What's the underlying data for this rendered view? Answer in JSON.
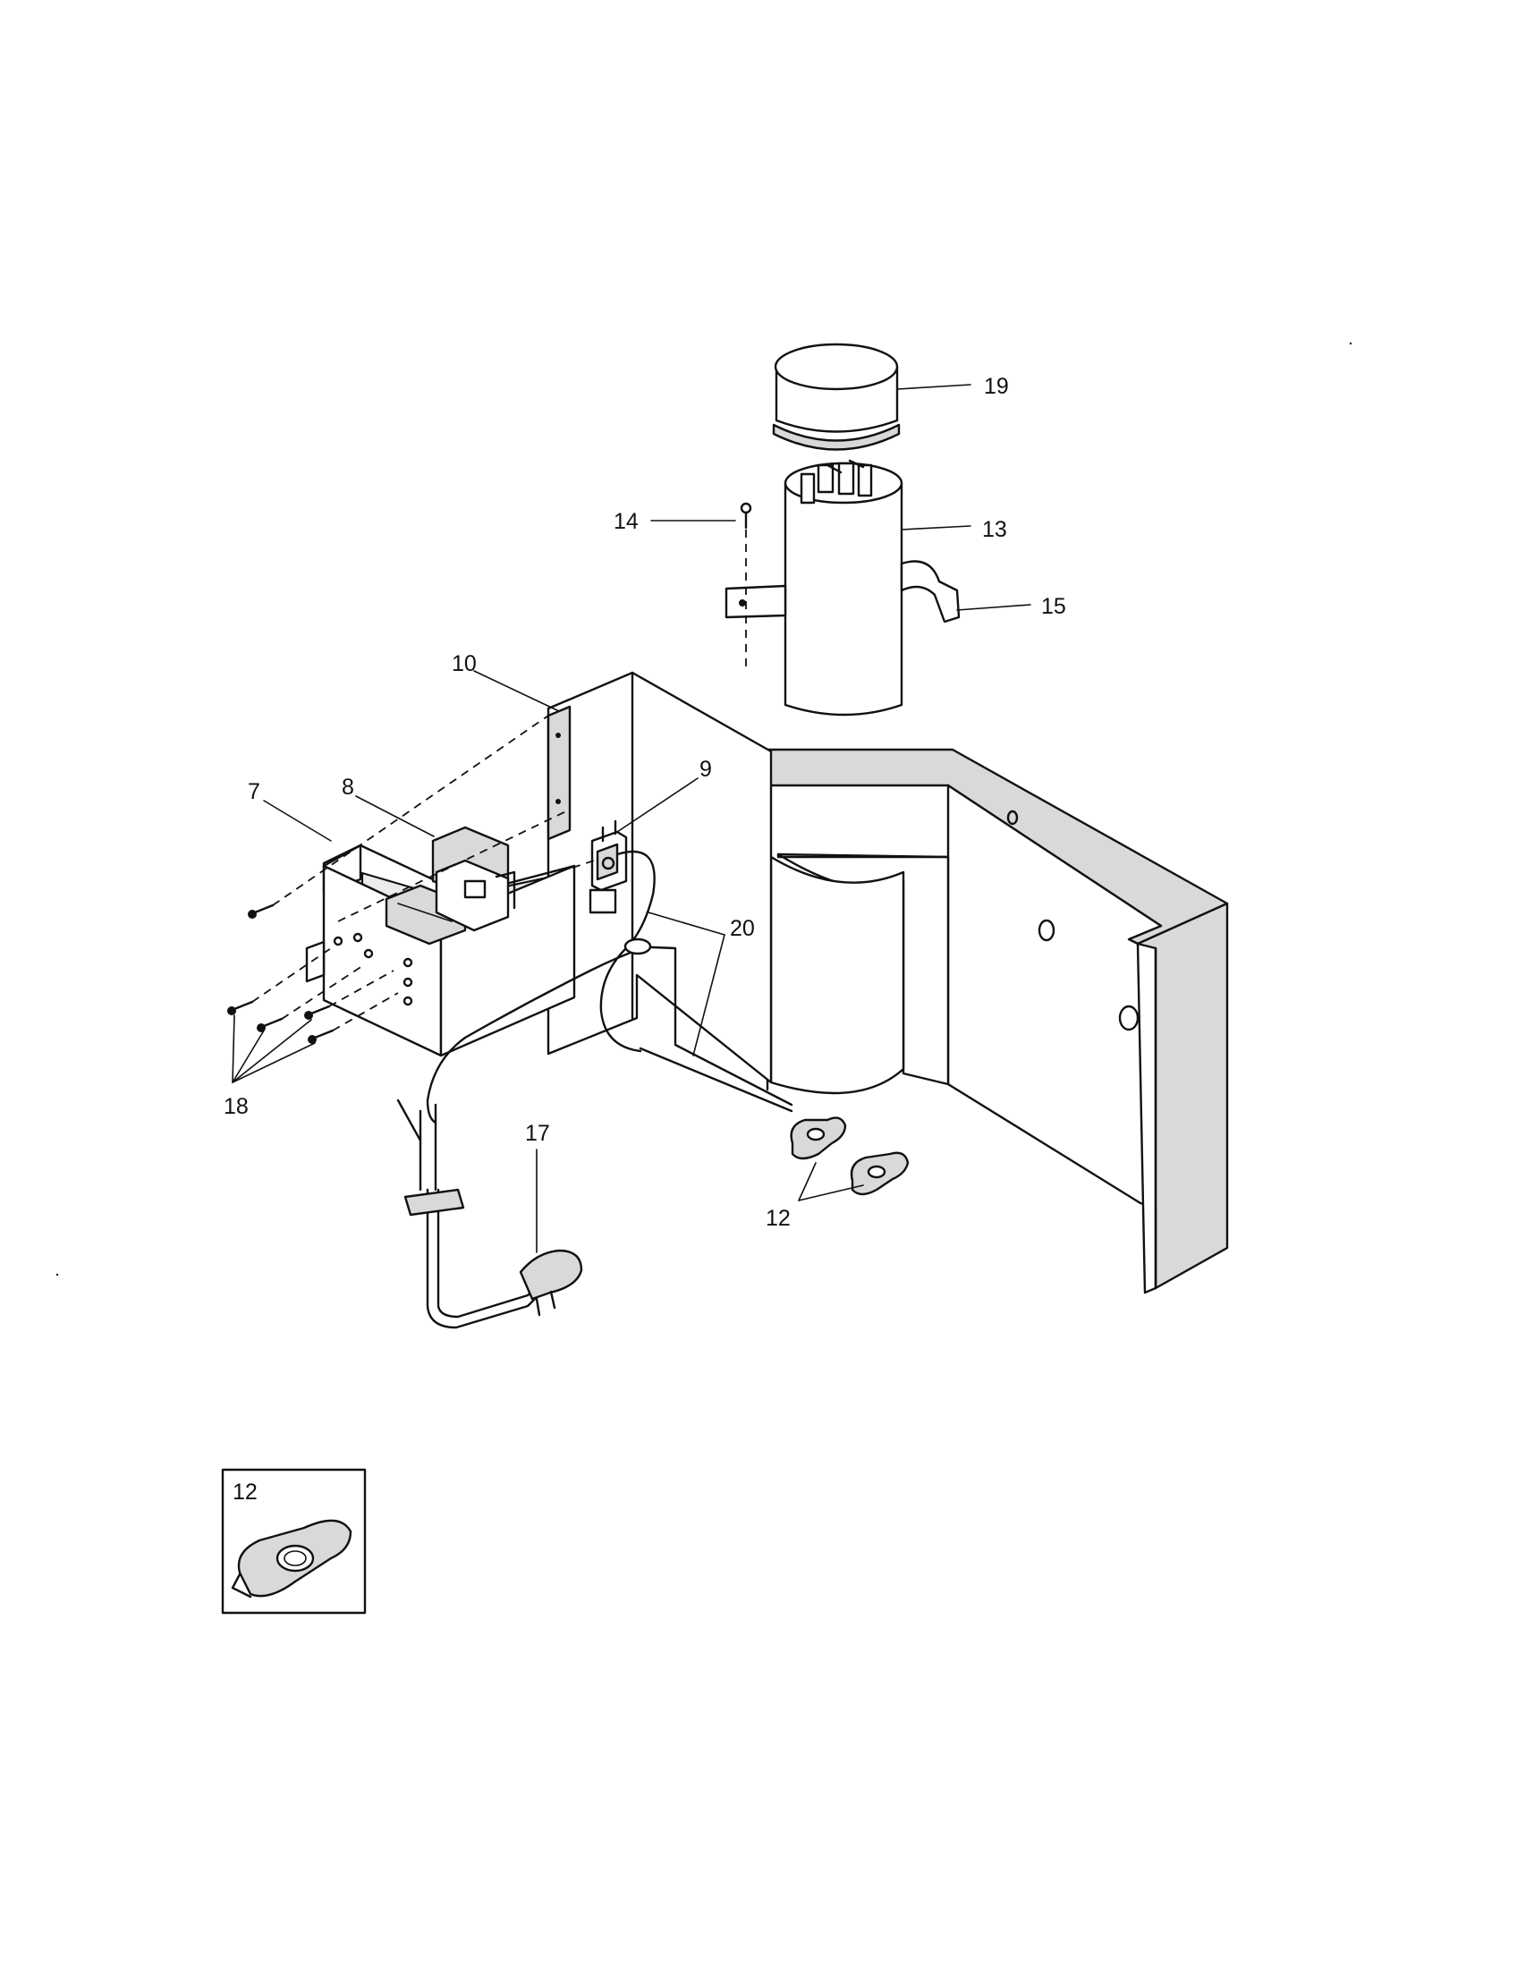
{
  "callouts": {
    "c19": "19",
    "c14": "14",
    "c13": "13",
    "c15": "15",
    "c10": "10",
    "c7": "7",
    "c8": "8",
    "c9": "9",
    "c20": "20",
    "c18": "18",
    "c17": "17",
    "c12": "12"
  },
  "inset": {
    "label": "12"
  }
}
